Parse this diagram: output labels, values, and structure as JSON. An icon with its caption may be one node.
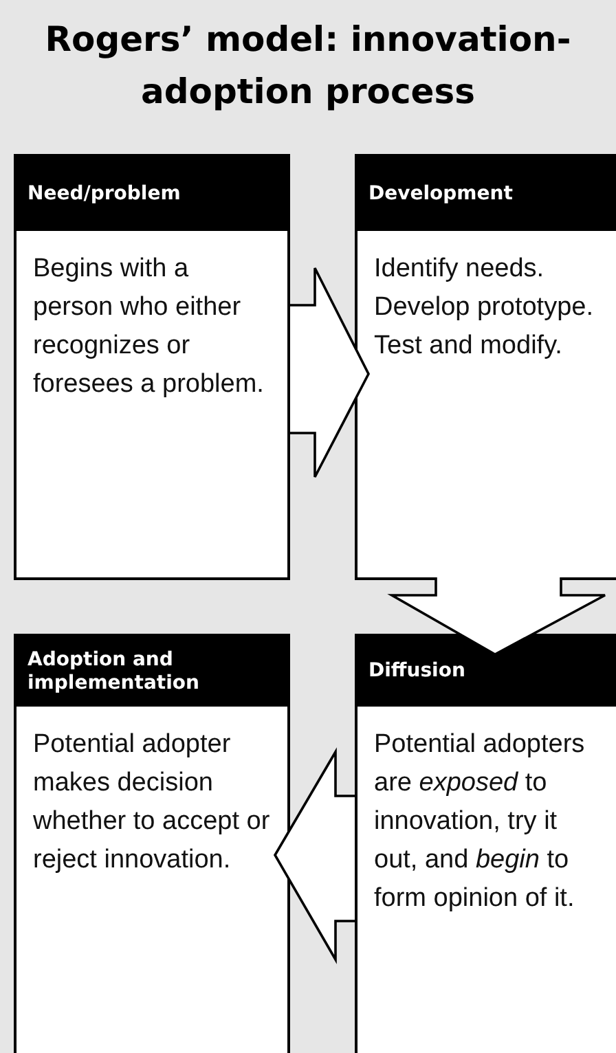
{
  "diagram": {
    "title": "Rogers’ model: innovation-adoption process",
    "nodes": [
      {
        "text": [
          "Need/problem",
          "Begins with a person who either recognizes or foresees a problem."
        ]
      },
      {
        "text": [
          "Development",
          "Identify needs. Develop prototype. Test and modify."
        ]
      },
      {
        "text": [
          "Adoption and implementation",
          "Potential adopter makes decision whether to accept or reject innovation."
        ]
      },
      {
        "text": [
          "Diffusion",
          "Potential adopters are *exposed* to innovation, try it out, and *begin* to form opinion of it."
        ]
      }
    ],
    "edges": [
      {
        "from": 0,
        "to": 1,
        "arrow": "to"
      },
      {
        "from": 1,
        "to": 3,
        "arrow": "to"
      },
      {
        "from": 3,
        "to": 2,
        "arrow": "to"
      }
    ]
  }
}
